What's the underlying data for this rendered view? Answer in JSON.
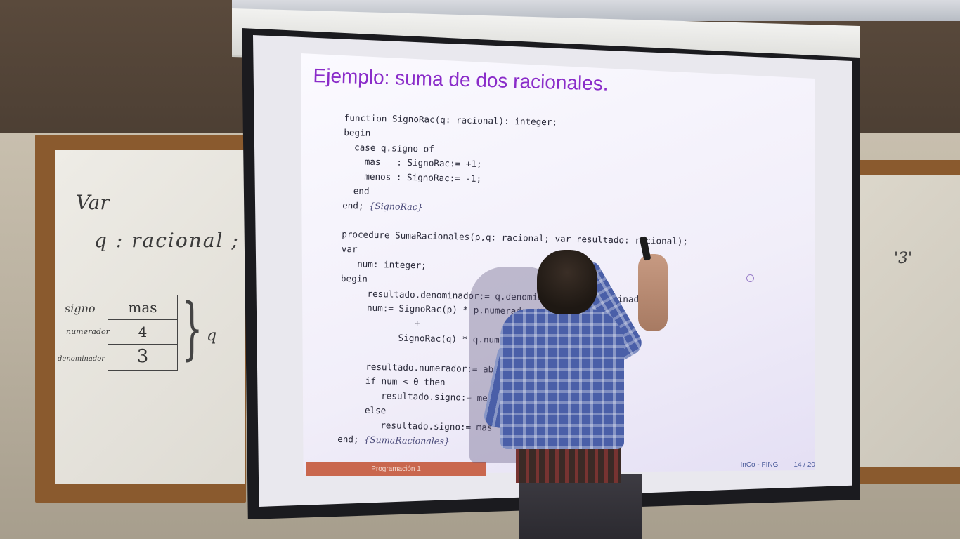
{
  "slide": {
    "title": "Ejemplo: suma de dos racionales.",
    "code_lines": [
      "function SignoRac(q: racional): integer;",
      "begin",
      "  case q.signo of",
      "    mas   : SignoRac:= +1;",
      "    menos : SignoRac:= -1;",
      "  end",
      "end; ",
      "",
      "procedure SumaRacionales(p,q: racional; var resultado: racional);",
      "var",
      "   num: integer;",
      "begin",
      "     resultado.denominador:= q.denominador * p.denominador;",
      "     num:= SignoRac(p) * p.numerador * q.denominador",
      "              +",
      "           SignoRac(q) * q.numerador * p.denominador;",
      "",
      "     resultado.numerador:= abs(num);",
      "     if num < 0 then",
      "        resultado.signo:= menos",
      "     else",
      "        resultado.signo:= mas",
      "end; "
    ],
    "comment_1": "{SignoRac}",
    "comment_2": "{SumaRacionales}",
    "footer_left": "Programación 1",
    "footer_org": "InCo - FING",
    "footer_page": "14 / 20"
  },
  "whiteboard": {
    "var_label": "Var",
    "decl": "q : racional ;",
    "field_signo": "signo",
    "field_numerador": "numerador",
    "field_denominador": "denominador",
    "value_signo": "mas",
    "value_numerador": "4",
    "value_denominador": "3",
    "brace_label": "q"
  },
  "right_board": {
    "note": "'3'"
  }
}
